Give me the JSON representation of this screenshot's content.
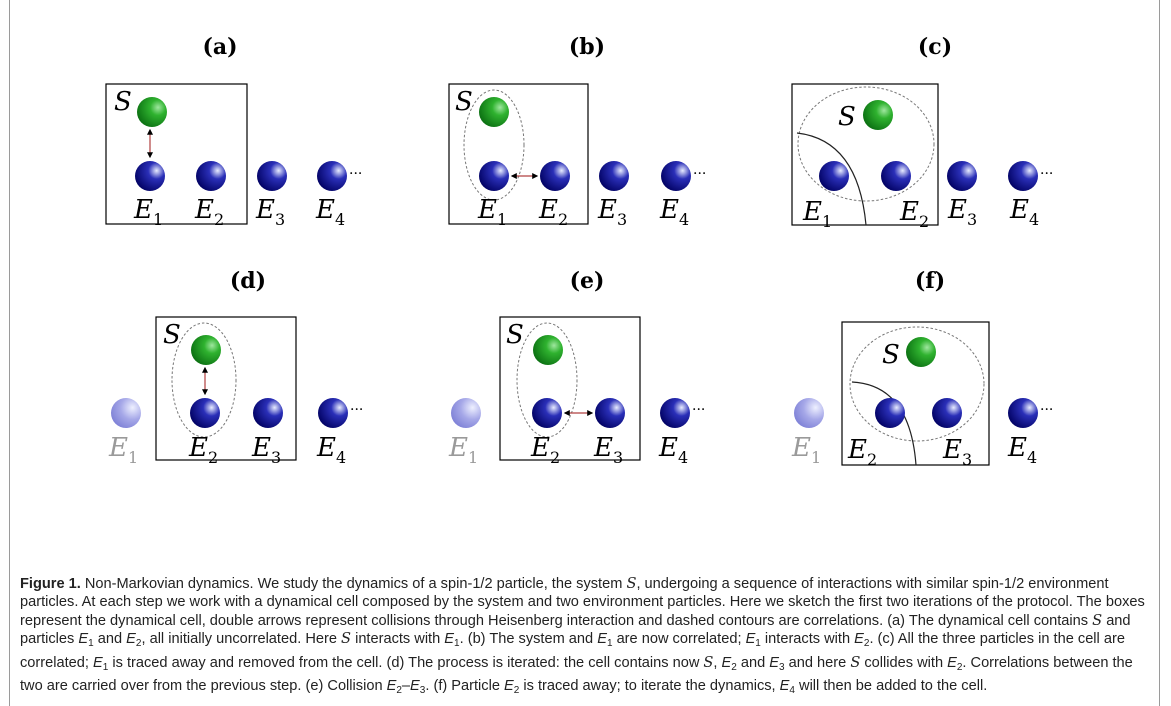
{
  "figure": {
    "panels": [
      {
        "id": "a",
        "label": "(a)"
      },
      {
        "id": "b",
        "label": "(b)"
      },
      {
        "id": "c",
        "label": "(c)"
      },
      {
        "id": "d",
        "label": "(d)"
      },
      {
        "id": "e",
        "label": "(e)"
      },
      {
        "id": "f",
        "label": "(f)"
      }
    ],
    "system_symbol": "S",
    "env_symbol": "E",
    "ellipsis": "···"
  },
  "caption": {
    "label": "Figure 1.",
    "t1": " Non-Markovian dynamics. We study the dynamics of a spin-1/2 particle, the system ",
    "t2": ", undergoing a sequence of interactions with similar spin-1/2 environment particles. At each step we work with a dynamical cell composed by the system and two environment particles. Here we sketch the first two iterations of the protocol. The boxes represent the dynamical cell, double arrows represent collisions through Heisenberg interaction and dashed contours are correlations. (a) The dynamical cell contains ",
    "t3": " and particles ",
    "t4": " and ",
    "t5": ", all initially uncorrelated. Here ",
    "t6": " interacts with ",
    "t7": ". (b) The system and ",
    "t8": " are now correlated; ",
    "t9": " interacts with ",
    "t10": ". (c) All the three particles in the cell are correlated; ",
    "t11": " is traced away and removed from the cell. (d) The process is iterated: the cell contains now ",
    "t12": ", ",
    "t13": " and ",
    "t14": " and here ",
    "t15": " collides with ",
    "t16": ". Correlations between the two are carried over from the previous step. (e) Collision ",
    "t17": "–",
    "t18": ". (f) Particle ",
    "t19": " is traced away; to iterate the dynamics, ",
    "t20": " will then be added to the cell.",
    "S": "S",
    "E": "E",
    "i1": "1",
    "i2": "2",
    "i3": "3",
    "i4": "4"
  }
}
